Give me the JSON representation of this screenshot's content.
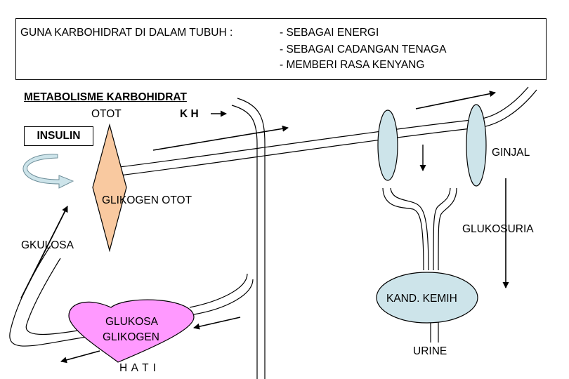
{
  "header": {
    "lead": "GUNA KARBOHIDRAT DI DALAM TUBUH : ",
    "uses": [
      "- SEBAGAI ENERGI",
      "- SEBAGAI CADANGAN TENAGA",
      "- MEMBERI RASA KENYANG"
    ]
  },
  "title": "METABOLISME KARBOHIDRAT",
  "otot": "OTOT",
  "kh": "K H",
  "insulin": "INSULIN",
  "glikogen_otot": "GLIKOGEN OTOT",
  "gkulosa": "GKULOSA",
  "ginjal": "GINJAL",
  "glukosuria": "GLUKOSURIA",
  "kand_kemih": "KAND. KEMIH",
  "urine": "URINE",
  "liver": {
    "line1": "GLUKOSA",
    "line2": "GLIKOGEN"
  },
  "hati": "H A T I",
  "colors": {
    "kidney": "#cde4ea",
    "bladder": "#cde4ea",
    "muscle": "#f9c9a0",
    "liver": "#ff99ff",
    "insulin_arrow": "#cde4ea"
  }
}
